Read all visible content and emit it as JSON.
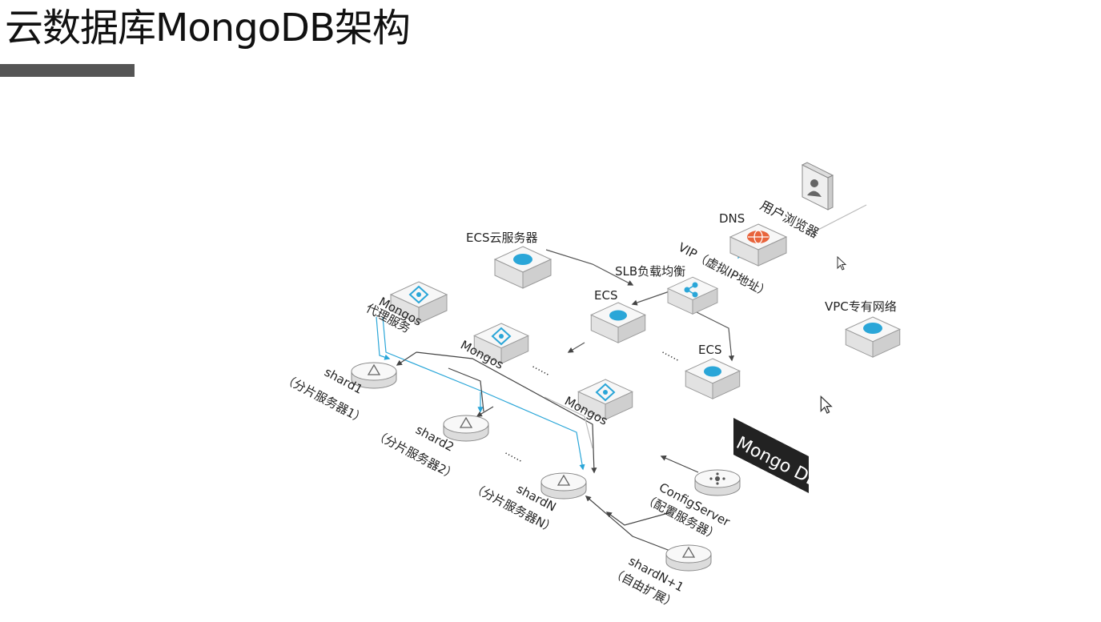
{
  "slide": {
    "title": "云数据库MongoDB架构"
  },
  "labels": {
    "user_browser": "用户浏览器",
    "dns": "DNS",
    "vip": "VIP（虚拟IP地址）",
    "ecs_cloud_server": "ECS云服务器",
    "slb": "SLB负载均衡",
    "ecs_left": "ECS",
    "ecs_right": "ECS",
    "vpc": "VPC专有网络",
    "mongos_proxy_line1": "Mongos",
    "mongos_proxy_line2": "代理服务",
    "mongos_2": "Mongos",
    "mongos_3": "Mongos",
    "ellipsis_mongos": "……",
    "ellipsis_ecs": "……",
    "ellipsis_shards": "……",
    "shard1_line1": "shard1",
    "shard1_line2": "（分片服务器1）",
    "shard2_line1": "shard2",
    "shard2_line2": "（分片服务器2）",
    "shardN_line1": "shardN",
    "shardN_line2": "（分片服务器N）",
    "config_line1": "ConfigServer",
    "config_line2": "（配置服务器）",
    "shardN1_line1": "shardN+1",
    "shardN1_line2": "（自由扩展）",
    "mongodb_badge": "Mongo DB"
  },
  "colors": {
    "accent_blue": "#2aa6d8",
    "dns_orange": "#e8643c",
    "title_bar": "#555555",
    "badge_bg": "#222222"
  },
  "icons": {
    "user": "user-icon",
    "dns": "dns-globe-icon",
    "cloud": "cloud-server-icon",
    "slb": "load-balancer-icon",
    "vpc": "vpc-cloud-icon",
    "mongos": "mongos-proxy-icon",
    "shard": "shard-server-icon",
    "config": "config-server-icon",
    "cursor": "mouse-cursor-icon"
  }
}
